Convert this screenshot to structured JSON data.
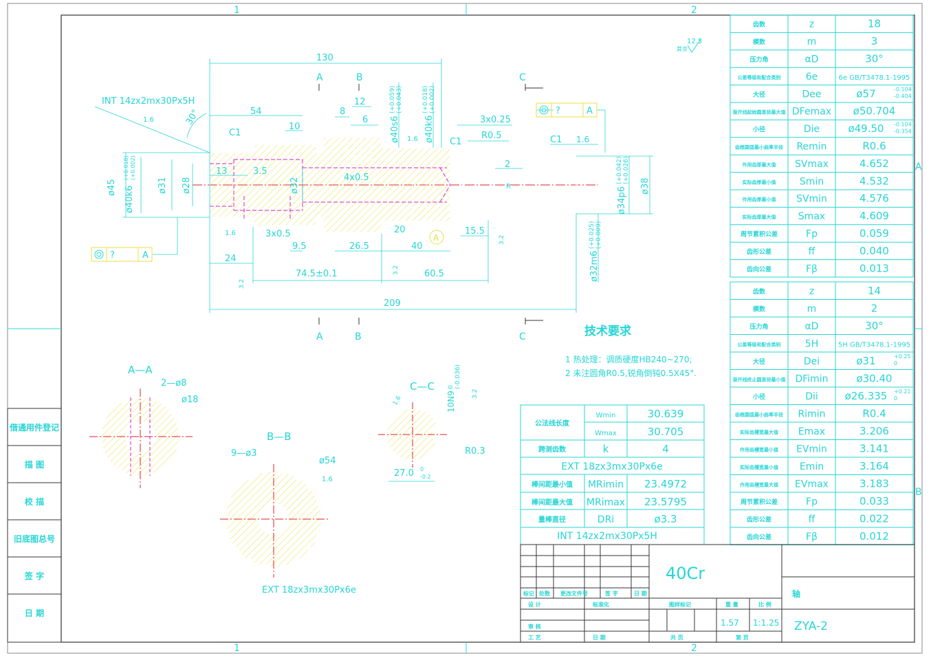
{
  "frame": {
    "zone_top_1": "1",
    "zone_top_2": "2",
    "zone_bottom_1": "1",
    "zone_bottom_2": "2",
    "zone_right_a": "A",
    "zone_right_b": "B"
  },
  "left_column": [
    "借通用件登记",
    "描 图",
    "校 描",
    "旧底图总号",
    "签 字",
    "日 期"
  ],
  "roughness_note": "12.5",
  "roughness_prefix": "其余",
  "main_view": {
    "dims": {
      "d130": "130",
      "d54": "54",
      "d10": "10",
      "d8": "8",
      "d12": "12",
      "d6": "6",
      "d13": "13",
      "d3_5": "3.5",
      "d4x05": "4x0.5",
      "d3x05": "3x0.5",
      "d9_5": "9.5",
      "d26_5": "26.5",
      "d20": "20",
      "d40": "40",
      "d15_5": "15.5",
      "d24": "24",
      "d74_5": "74.5±0.1",
      "d60_5": "60.5",
      "d209": "209",
      "d3x025": "3x0.25",
      "r05": "R0.5",
      "c1a": "C1",
      "c1b": "C1",
      "c1c": "C1",
      "d2": "2",
      "r": "R",
      "rough16a": "1.6",
      "rough16b": "1.6",
      "rough16c": "1.6",
      "rough16d": "1.6",
      "rough32a": "3.2",
      "rough32b": "3.2",
      "rough32c": "3.2",
      "ang30": "30°",
      "phi45": "ø45",
      "phi40k6": "ø40k6",
      "phi40k6_tol_u": "(+0.018)",
      "phi40k6_tol_l": "(+0.002)",
      "phi31": "ø31",
      "phi28": "ø28",
      "phi32": "ø32",
      "phi40s6": "ø40s6",
      "phi40s6_tol_u": "(+0.059)",
      "phi40s6_tol_l": "(+0.043)",
      "phi40k6b": "ø40k6",
      "phi40k6b_tol_u": "(+0.018)",
      "phi40k6b_tol_l": "(+0.002)",
      "phi34p6": "ø34p6",
      "phi34p6_tol_u": "(+0.042)",
      "phi34p6_tol_l": "(+0.026)",
      "phi38": "ø38",
      "phi32m6": "ø32m6",
      "phi32m6_tol_u": "(+0.025)",
      "phi32m6_tol_l": "(+0.009)"
    },
    "spline_int_label": "INT 14zx2mx30Px5H",
    "section_marks": [
      "A",
      "B",
      "C"
    ],
    "datum_a": "A",
    "fcf_top": {
      "value": "?",
      "datum": "A"
    },
    "fcf_left": {
      "value": "?",
      "datum": "A"
    }
  },
  "tech_req": {
    "title": "技术要求",
    "line1": "1 热处理：调质硬度HB240~270;",
    "line2": "2 未注圆角R0.5,锐角倒钝0.5X45°."
  },
  "section_aa": {
    "title": "A—A",
    "holes": "2—ø8",
    "dia": "ø18"
  },
  "section_bb": {
    "title": "B—B",
    "holes": "9—ø3",
    "dia": "ø54",
    "rough": "1.6",
    "spline": "EXT 18zx3mx30Px6e"
  },
  "section_cc": {
    "title": "C—C",
    "key": "10N9",
    "key_tol": "(-0.036)",
    "key_tol2": "0",
    "rough_a": "1.6",
    "rough_b": "3.2",
    "r": "R0.3",
    "depth": "27.0",
    "depth_tol_u": "0",
    "depth_tol_l": "-0.2"
  },
  "ext_table": {
    "r1_label": "公法线长度",
    "r1_a_sym": "Wmin",
    "r1_a_val": "30.639",
    "r1_b_sym": "Wmax",
    "r1_b_val": "30.705",
    "r2_label": "跨测齿数",
    "r2_sym": "k",
    "r2_val": "4",
    "title2": "EXT 18zx3mx30Px6e",
    "r3_label": "棒间距最小值",
    "r3_sym": "MRimin",
    "r3_val": "23.4972",
    "r4_label": "棒间距最大值",
    "r4_sym": "MRimax",
    "r4_val": "23.5795",
    "r5_label": "量棒直径",
    "r5_sym": "DRi",
    "r5_val": "ø3.3",
    "footer": "INT 14zx2mx30Px5H"
  },
  "spline_table_1": [
    {
      "label": "齿数",
      "sym": "z",
      "val": "18"
    },
    {
      "label": "模数",
      "sym": "m",
      "val": "3"
    },
    {
      "label": "压力角",
      "sym": "αD",
      "val": "30°"
    },
    {
      "label": "公差等级和配合类别",
      "sym": "6e",
      "val": "6e GB/T3478.1-1995"
    },
    {
      "label": "大径",
      "sym": "Dee",
      "val": "ø57",
      "tol": "-0.104 / -0.404"
    },
    {
      "label": "渐开线起始圆直径最大值",
      "sym": "DFemax",
      "val": "ø50.704"
    },
    {
      "label": "小径",
      "sym": "Die",
      "val": "ø49.50",
      "tol": "-0.104 / -0.354"
    },
    {
      "label": "齿根圆弧最小曲率半径",
      "sym": "Remin",
      "val": "R0.6"
    },
    {
      "label": "作用齿厚最大值",
      "sym": "SVmax",
      "val": "4.652"
    },
    {
      "label": "实际齿厚最小值",
      "sym": "Smin",
      "val": "4.532"
    },
    {
      "label": "作用齿厚最小值",
      "sym": "SVmin",
      "val": "4.576"
    },
    {
      "label": "实际齿厚最大值",
      "sym": "Smax",
      "val": "4.609"
    },
    {
      "label": "周节累积公差",
      "sym": "Fp",
      "val": "0.059"
    },
    {
      "label": "齿形公差",
      "sym": "ff",
      "val": "0.040"
    },
    {
      "label": "齿向公差",
      "sym": "Fβ",
      "val": "0.013"
    }
  ],
  "spline_table_2": [
    {
      "label": "齿数",
      "sym": "z",
      "val": "14"
    },
    {
      "label": "模数",
      "sym": "m",
      "val": "2"
    },
    {
      "label": "压力角",
      "sym": "αD",
      "val": "30°"
    },
    {
      "label": "公差等级和配合类别",
      "sym": "5H",
      "val": "5H GB/T3478.1-1995"
    },
    {
      "label": "大径",
      "sym": "Dei",
      "val": "ø31",
      "tol": "+0.25 / 0"
    },
    {
      "label": "渐开线终止圆直径最小值",
      "sym": "DFimin",
      "val": "ø30.40"
    },
    {
      "label": "小径",
      "sym": "Dii",
      "val": "ø26.335",
      "tol": "+0.21 / 0"
    },
    {
      "label": "齿根圆弧最小曲率半径",
      "sym": "Rimin",
      "val": "R0.4"
    },
    {
      "label": "实际齿槽宽最大值",
      "sym": "Emax",
      "val": "3.206"
    },
    {
      "label": "作用齿槽宽最小值",
      "sym": "EVmin",
      "val": "3.141"
    },
    {
      "label": "实际齿槽宽最小值",
      "sym": "Emin",
      "val": "3.164"
    },
    {
      "label": "作用齿槽宽最大值",
      "sym": "EVmax",
      "val": "3.183"
    },
    {
      "label": "周节累积公差",
      "sym": "Fp",
      "val": "0.033"
    },
    {
      "label": "齿形公差",
      "sym": "ff",
      "val": "0.022"
    },
    {
      "label": "齿向公差",
      "sym": "Fβ",
      "val": "0.012"
    }
  ],
  "title_block": {
    "material": "40Cr",
    "part_name": "轴",
    "drawing_no": "ZYA-2",
    "h_mark": "标记",
    "h_count": "处数",
    "h_doc": "更改文件号",
    "h_sign": "签 字",
    "h_date": "日 期",
    "design": "设 计",
    "standard": "标准化",
    "stage": "图样标记",
    "weight_h": "重 量",
    "scale_h": "比 例",
    "weight": "1.57",
    "scale": "1:1.25",
    "review": "审 核",
    "process": "工 艺",
    "date": "日 期",
    "sheets": "共 页",
    "sheet": "第 页"
  }
}
